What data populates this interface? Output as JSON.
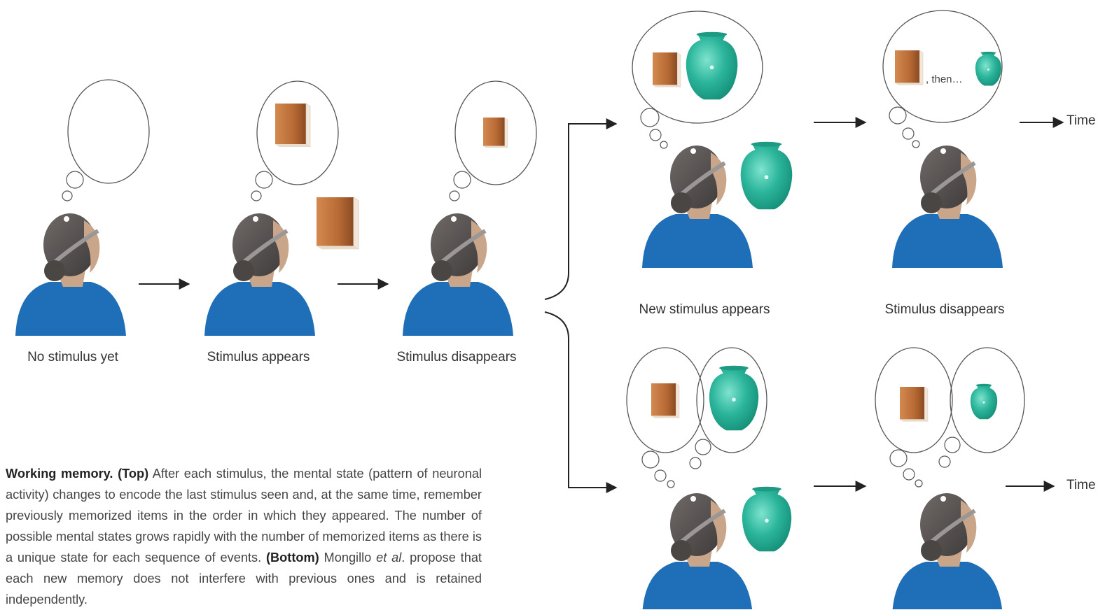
{
  "panels": {
    "p1_label": "No stimulus yet",
    "p2_label": "Stimulus appears",
    "p3_label": "Stimulus disappears",
    "top_new_label": "New stimulus appears",
    "top_gone_label": "Stimulus disappears"
  },
  "time_label": "Time",
  "then_text": ", then…",
  "caption": {
    "title": "Working memory.",
    "top_tag": "(Top)",
    "top_text": " After each stimulus, the mental state (pattern of neuronal activity) changes to encode the last stimulus seen and, at the same time, remember previously memorized items in the order in which they appeared. The number of possible mental states grows rapidly with the number of memorized items as there is a unique state for each sequence of events. ",
    "bottom_tag": "(Bottom)",
    "bottom_text_1": " Mongillo ",
    "et_al": "et al",
    "bottom_text_2": ". propose that each new memory does not interfere with previous ones and is retained independently."
  },
  "colors": {
    "shirt": "#1e6fb8",
    "hair": "#5a5654",
    "book": "#b86a35",
    "vase": "#2bb59b"
  }
}
